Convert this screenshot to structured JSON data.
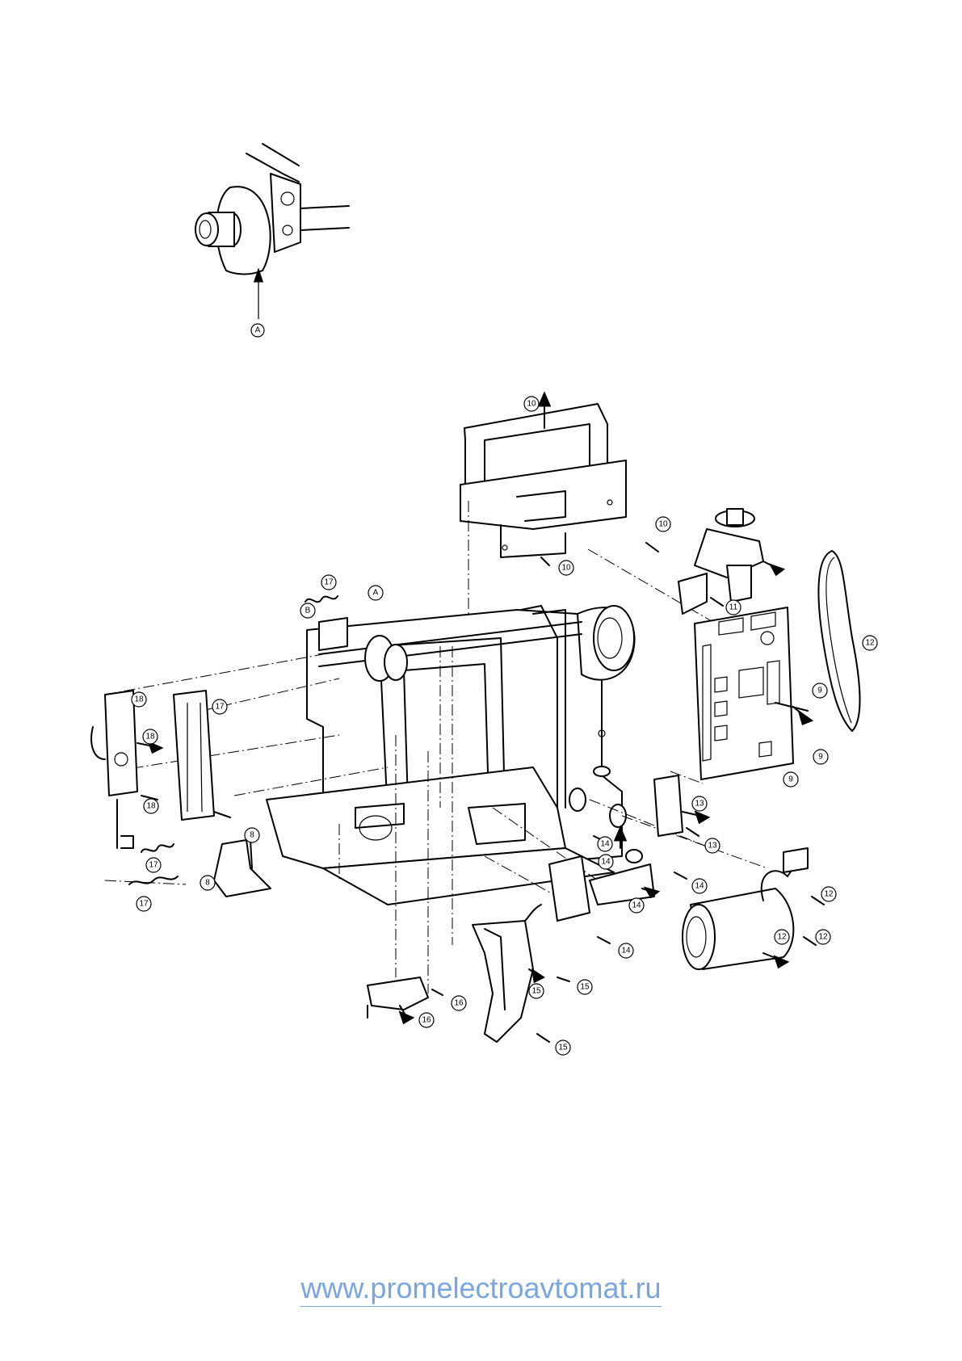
{
  "detail_view": {
    "callout": "A"
  },
  "labels": [
    {
      "id": "l10a",
      "text": "10"
    },
    {
      "id": "l10b",
      "text": "10"
    },
    {
      "id": "l10c",
      "text": "10"
    },
    {
      "id": "l11",
      "text": "11"
    },
    {
      "id": "l12a",
      "text": "12"
    },
    {
      "id": "l12b",
      "text": "12"
    },
    {
      "id": "l12c",
      "text": "12"
    },
    {
      "id": "l12d",
      "text": "12"
    },
    {
      "id": "l9a",
      "text": "9"
    },
    {
      "id": "l9b",
      "text": "9"
    },
    {
      "id": "l9c",
      "text": "9"
    },
    {
      "id": "l13a",
      "text": "13"
    },
    {
      "id": "l13b",
      "text": "13"
    },
    {
      "id": "l14a",
      "text": "14"
    },
    {
      "id": "l14b",
      "text": "14"
    },
    {
      "id": "l14c",
      "text": "14"
    },
    {
      "id": "l14d",
      "text": "14"
    },
    {
      "id": "l14e",
      "text": "14"
    },
    {
      "id": "l15a",
      "text": "15"
    },
    {
      "id": "l15b",
      "text": "15"
    },
    {
      "id": "l15c",
      "text": "15"
    },
    {
      "id": "l16a",
      "text": "16"
    },
    {
      "id": "l16b",
      "text": "16"
    },
    {
      "id": "l17a",
      "text": "17"
    },
    {
      "id": "l17b",
      "text": "17"
    },
    {
      "id": "l17c",
      "text": "17"
    },
    {
      "id": "l17d",
      "text": "17"
    },
    {
      "id": "l18a",
      "text": "18"
    },
    {
      "id": "l18b",
      "text": "18"
    },
    {
      "id": "l18c",
      "text": "18"
    },
    {
      "id": "l8a",
      "text": "8"
    },
    {
      "id": "l8b",
      "text": "8"
    },
    {
      "id": "lA",
      "text": "A"
    },
    {
      "id": "lB",
      "text": "B"
    }
  ],
  "footer": {
    "url": "www.promelectroavtomat.ru"
  },
  "colors": {
    "link": "#7aa6df",
    "ink": "#000000"
  }
}
